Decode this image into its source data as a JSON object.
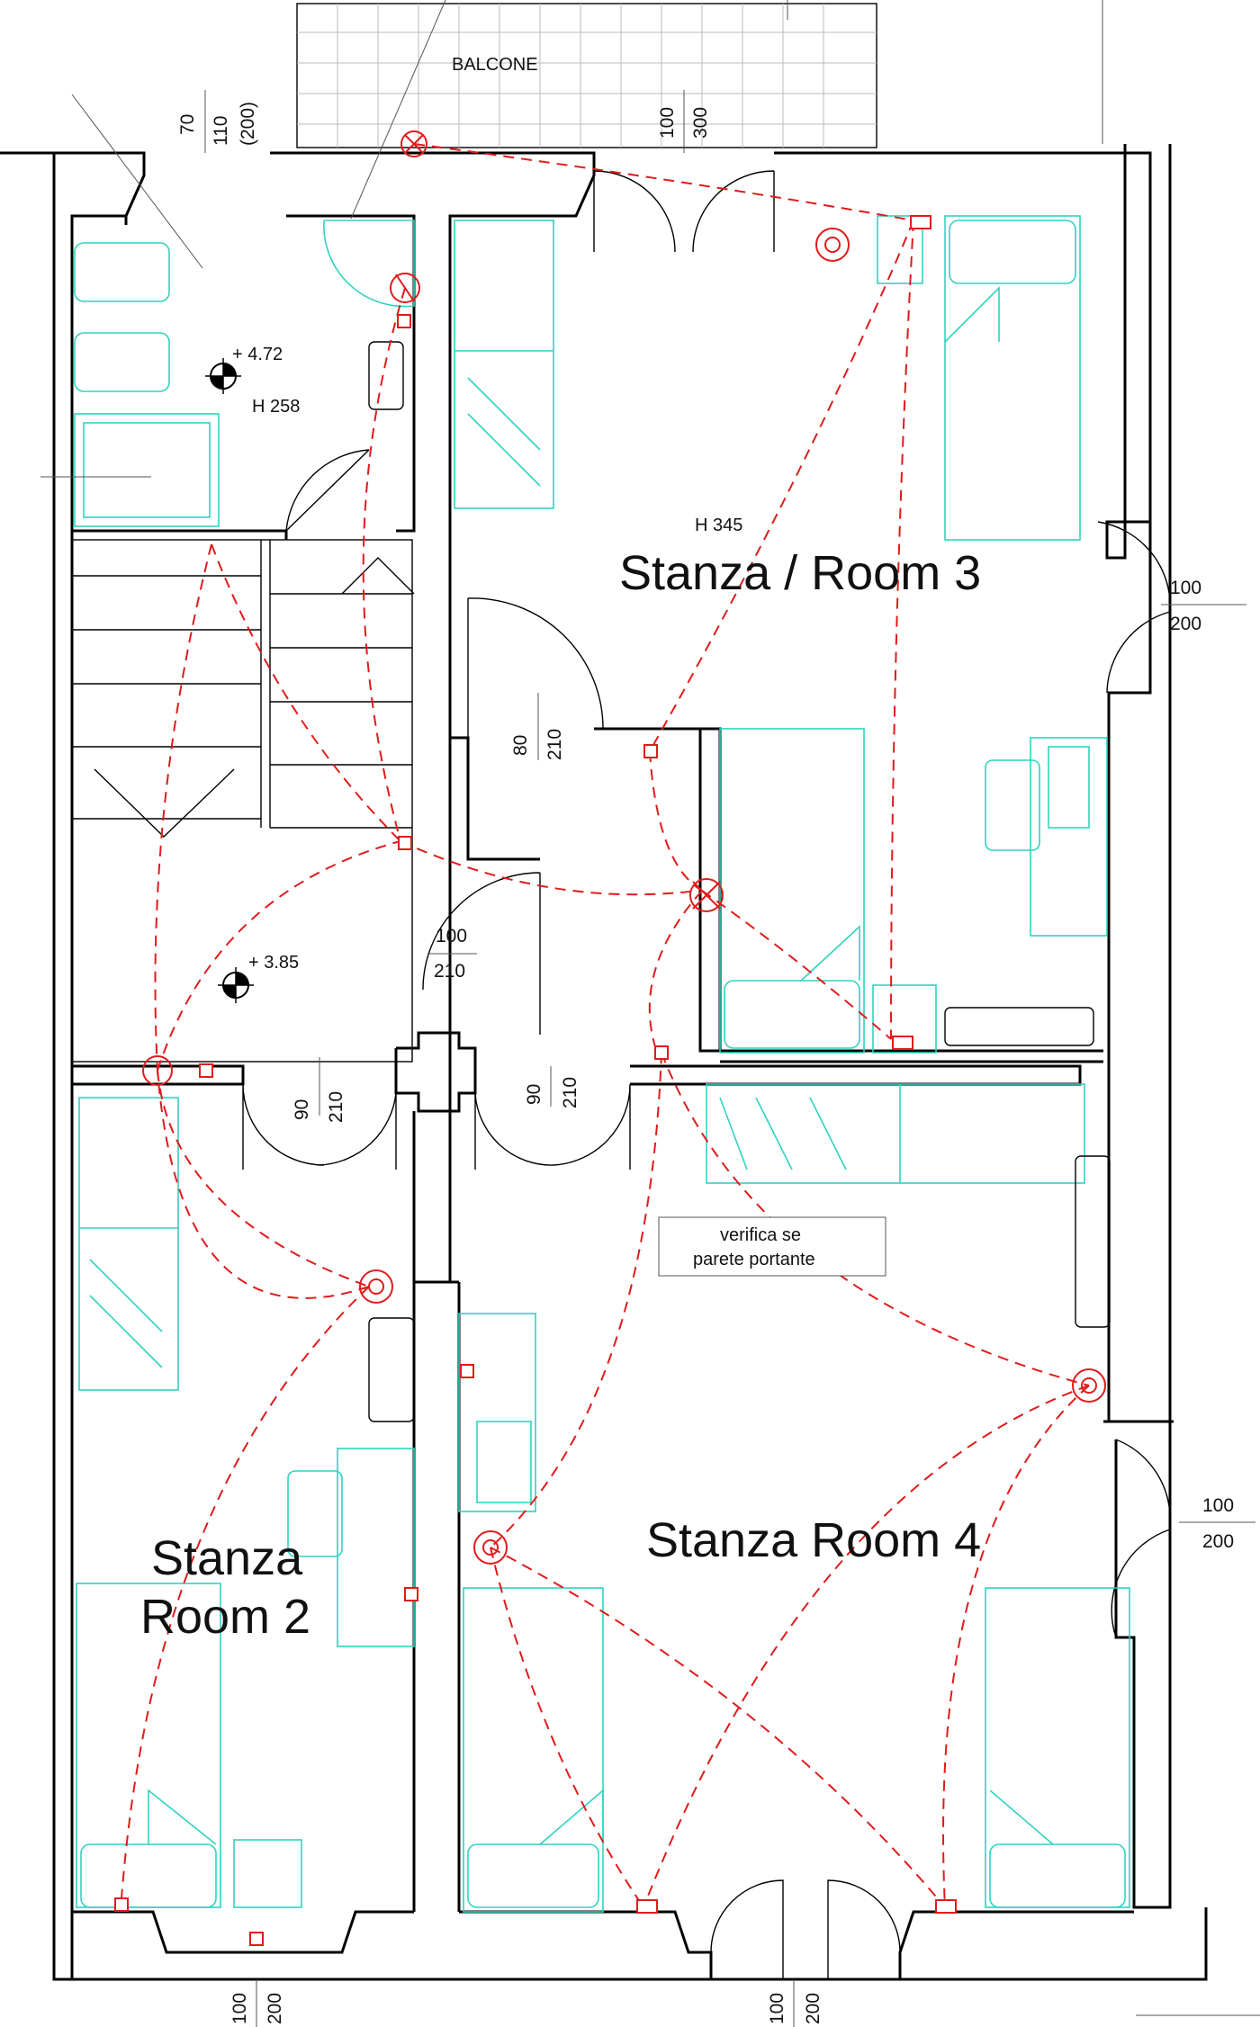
{
  "labels": {
    "balcony": "BALCONE",
    "room3": "Stanza / Room 3",
    "room4": "Stanza Room 4",
    "room2_line1": "Stanza",
    "room2_line2": "Room 2",
    "height_room3": "H 345",
    "height_bath": "H 258",
    "level_bath": "+ 4.72",
    "level_hall": "+ 3.85",
    "note_line1": "verifica se",
    "note_line2": "parete portante"
  },
  "dimensions": {
    "window_top_left": [
      "70",
      "110",
      "(200)"
    ],
    "balcony_door": [
      "100",
      "300"
    ],
    "room3_right_window": [
      "100",
      "200"
    ],
    "room4_right_window": [
      "100",
      "200"
    ],
    "hall_door_room3": [
      "80",
      "210"
    ],
    "hall_door_main": [
      "100",
      "210"
    ],
    "door_room2": [
      "90",
      "210"
    ],
    "door_room4": [
      "90",
      "210"
    ],
    "bottom_left_window": [
      "100",
      "200"
    ],
    "bottom_center_window": [
      "100",
      "200"
    ]
  },
  "colors": {
    "walls": "#000000",
    "furniture": "#2fd3c0",
    "electrical": "#e01b1b"
  }
}
